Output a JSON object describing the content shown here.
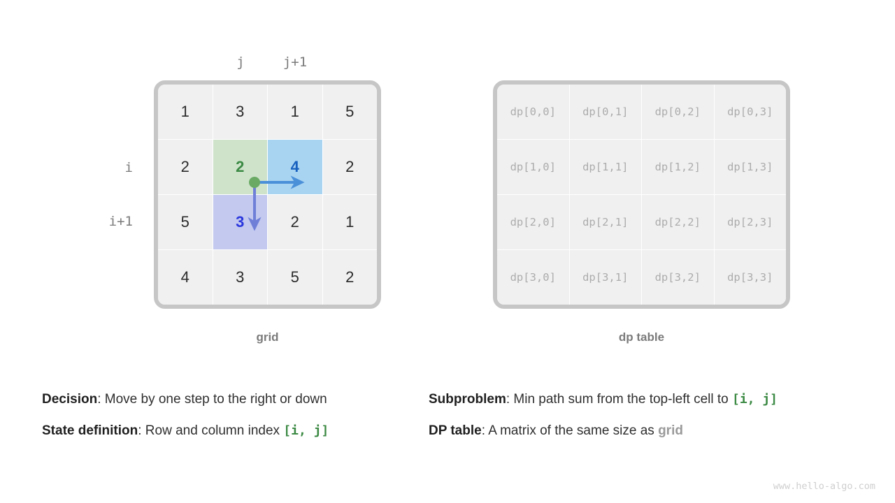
{
  "figure": {
    "watermark": "www.hello-algo.com"
  },
  "grid_panel": {
    "caption": "grid",
    "column_labels": [
      {
        "text": "j",
        "col": 1
      },
      {
        "text": "j+1",
        "col": 2
      }
    ],
    "row_labels": [
      {
        "text": "i",
        "row": 1
      },
      {
        "text": "i+1",
        "row": 2
      }
    ],
    "values": [
      [
        "1",
        "3",
        "1",
        "5"
      ],
      [
        "2",
        "2",
        "4",
        "2"
      ],
      [
        "5",
        "3",
        "2",
        "1"
      ],
      [
        "4",
        "3",
        "5",
        "2"
      ]
    ],
    "highlights": [
      {
        "row": 1,
        "col": 1,
        "style": "hl-green",
        "color": "#cfe3cb",
        "text_color": "#3c8a44"
      },
      {
        "row": 1,
        "col": 2,
        "style": "hl-blue",
        "color": "#a9d4f1",
        "text_color": "#1760bf"
      },
      {
        "row": 2,
        "col": 1,
        "style": "hl-purple",
        "color": "#c3c9ef",
        "text_color": "#2a36dd"
      }
    ],
    "arrows": {
      "origin_dot_color": "#6aaa64",
      "right_arrow_color": "#4a90d9",
      "down_arrow_color": "#6f7fd8"
    }
  },
  "dp_panel": {
    "caption": "dp table",
    "values": [
      [
        "dp[0,0]",
        "dp[0,1]",
        "dp[0,2]",
        "dp[0,3]"
      ],
      [
        "dp[1,0]",
        "dp[1,1]",
        "dp[1,2]",
        "dp[1,3]"
      ],
      [
        "dp[2,0]",
        "dp[2,1]",
        "dp[2,2]",
        "dp[2,3]"
      ],
      [
        "dp[3,0]",
        "dp[3,1]",
        "dp[3,2]",
        "dp[3,3]"
      ]
    ]
  },
  "descriptions": {
    "left": [
      {
        "label": "Decision",
        "sep": ": ",
        "text": "Move by one step to the right or down",
        "code": "",
        "code_style": ""
      },
      {
        "label": "State definition",
        "sep": ": ",
        "text": "Row and column index ",
        "code": "[i, j]",
        "code_style": "mono-green"
      }
    ],
    "right": [
      {
        "label": "Subproblem",
        "sep": ": ",
        "text": "Min path sum from the top-left cell to ",
        "code": "[i, j]",
        "code_style": "mono-green"
      },
      {
        "label": "DP table",
        "sep": ": ",
        "text": "A matrix of the same size as ",
        "code": "grid",
        "code_style": "mono-gray"
      }
    ]
  },
  "palette": {
    "frame_border": "#c6c6c6",
    "cell_bg": "#f0f0f0",
    "cell_text": "#2b2b2b",
    "dp_cell_text": "#acacac",
    "label_gray": "#7b7b7b",
    "watermark_gray": "#cfcfcf"
  }
}
